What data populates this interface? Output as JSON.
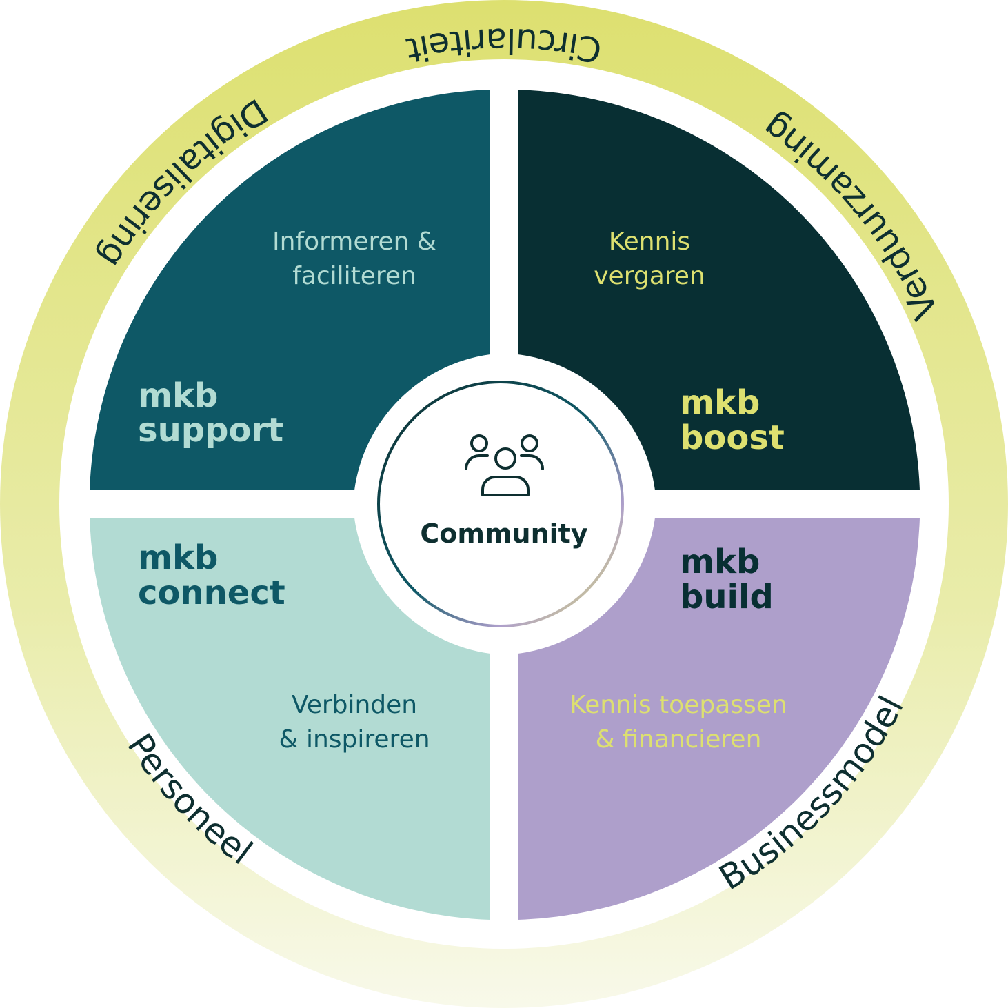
{
  "ring": {
    "labels": {
      "top": "Circulariteit",
      "right": "Verduurzaming",
      "bottom_right": "Businessmodel",
      "bottom_left": "Personeel",
      "left": "Digitalisering"
    }
  },
  "quadrants": {
    "support": {
      "brand_line1": "mkb",
      "brand_line2": "support",
      "tag_line1": "Informeren &",
      "tag_line2": "faciliteren"
    },
    "boost": {
      "brand_line1": "mkb",
      "brand_line2": "boost",
      "tag_line1": "Kennis",
      "tag_line2": "vergaren"
    },
    "connect": {
      "brand_line1": "mkb",
      "brand_line2": "connect",
      "tag_line1": "Verbinden",
      "tag_line2": "& inspireren"
    },
    "build": {
      "brand_line1": "mkb",
      "brand_line2": "build",
      "tag_line1": "Kennis toepassen",
      "tag_line2": "& financieren"
    }
  },
  "center": {
    "label": "Community",
    "icon": "people-group-icon"
  },
  "colors": {
    "ring_top": "#dde070",
    "ring_bottom": "#f8f9e8",
    "support_bg": "#0e5866",
    "boost_bg": "#082f33",
    "connect_bg": "#b2dbd3",
    "build_bg": "#ae9fcb",
    "support_text": "#b2dbd3",
    "boost_text": "#dde070",
    "connect_text": "#0e5866",
    "build_brand": "#082f33",
    "build_tag": "#dde070"
  }
}
